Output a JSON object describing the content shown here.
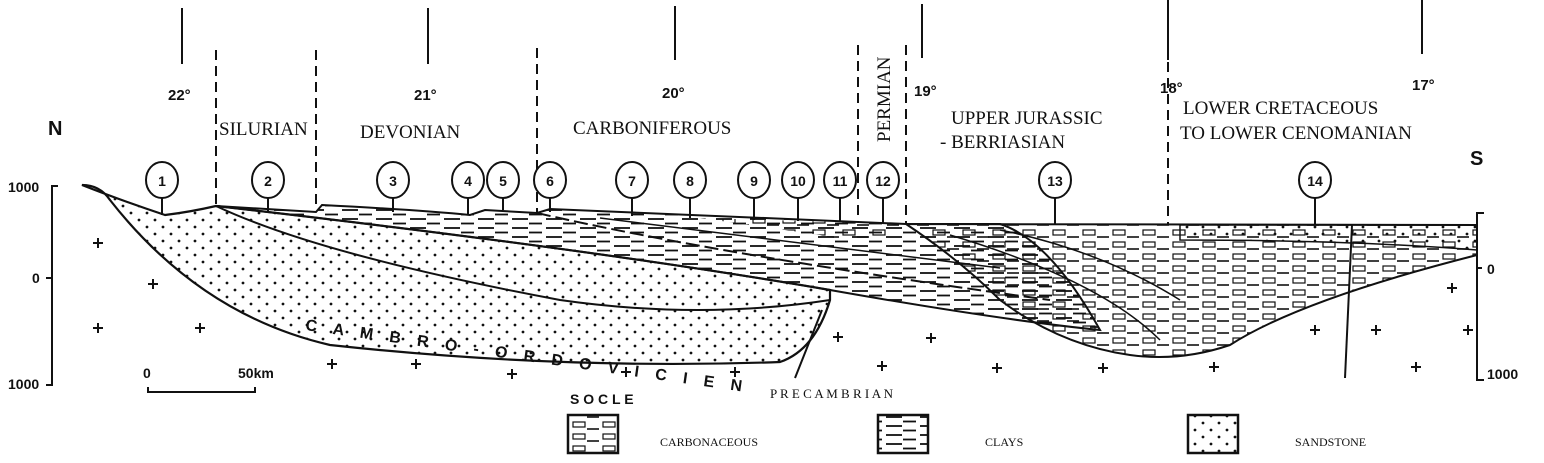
{
  "compass": {
    "north": "N",
    "south": "S"
  },
  "longitudes": [
    "22°",
    "21°",
    "20°",
    "19°",
    "18°",
    "17°"
  ],
  "periods": {
    "silurian": "SILURIAN",
    "devonian": "DEVONIAN",
    "carboniferous": "CARBONIFEROUS",
    "permian": "PERMIAN",
    "jurassic_1": "UPPER JURASSIC",
    "jurassic_2": "- BERRIASIAN",
    "cretaceous_1": "LOWER CRETACEOUS",
    "cretaceous_2": "TO LOWER CENOMANIAN"
  },
  "wells": [
    "1",
    "2",
    "3",
    "4",
    "5",
    "6",
    "7",
    "8",
    "9",
    "10",
    "11",
    "12",
    "13",
    "14"
  ],
  "left_axis": {
    "top": "1000",
    "mid": "0",
    "bottom": "1000"
  },
  "right_axis": {
    "mid": "0",
    "bottom": "1000"
  },
  "scale_bar": {
    "start": "0",
    "end": "50km"
  },
  "units": {
    "cambro": "C A M B R O - O R D O V I C I E N",
    "socle": "S O C L E",
    "precambrian": "P R E C A M B R I A N"
  },
  "legend": [
    {
      "label": "CARBONACEOUS",
      "icon": "carbonaceous-pattern"
    },
    {
      "label": "CLAYS",
      "icon": "clays-pattern"
    },
    {
      "label": "SANDSTONE",
      "icon": "sandstone-pattern"
    }
  ]
}
